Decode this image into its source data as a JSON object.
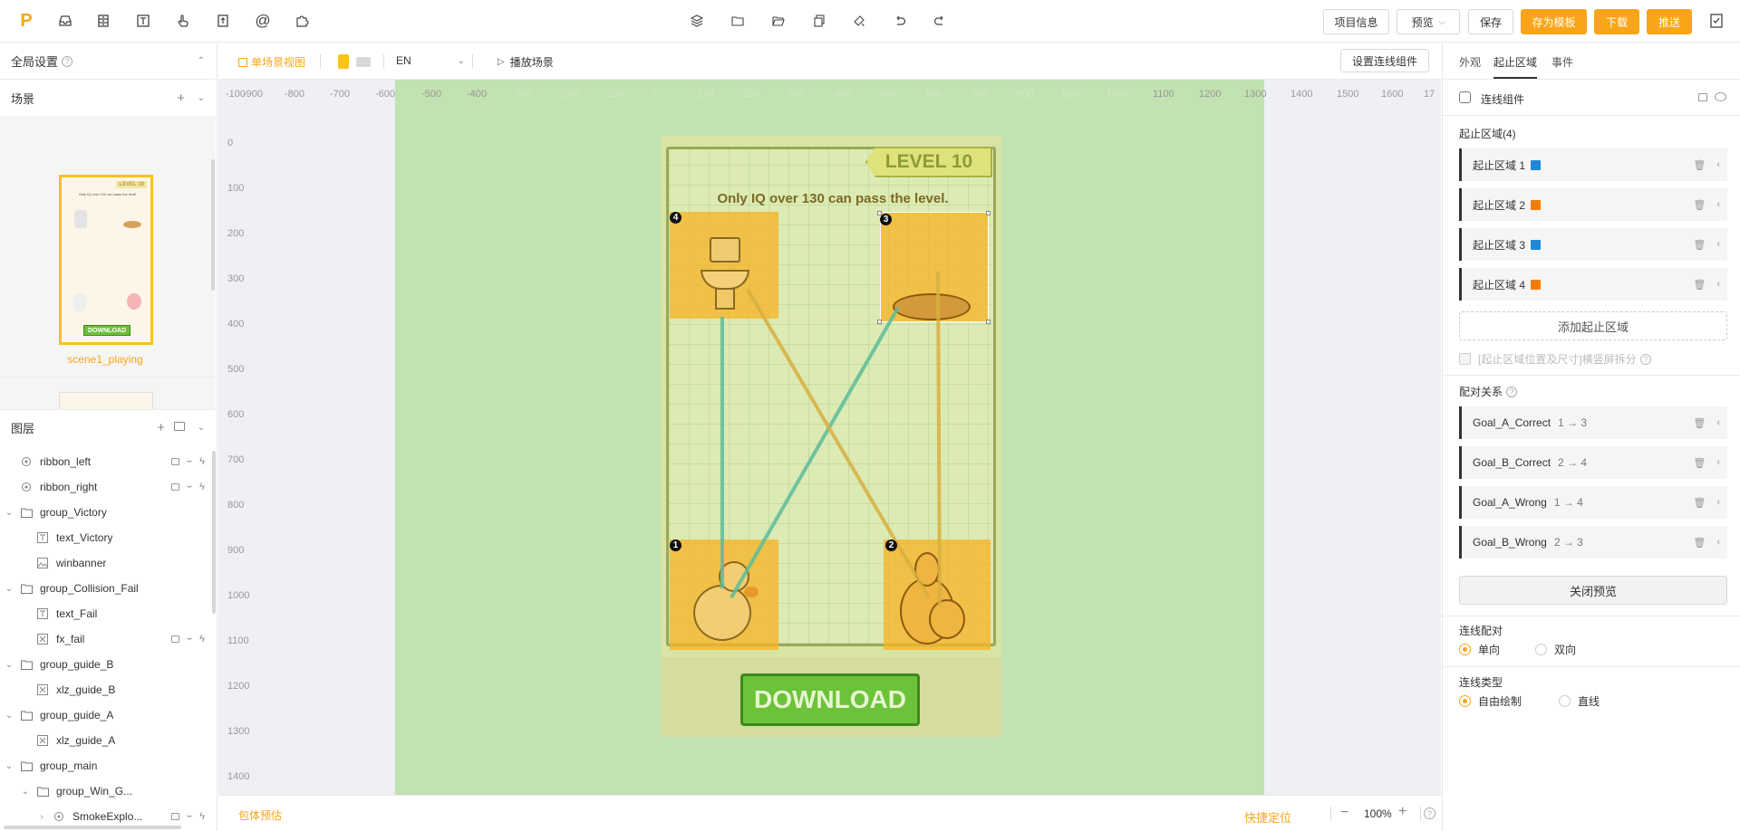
{
  "toolbar_left_icons": [
    "logo-icon",
    "inbox-icon",
    "archive-icon",
    "text-tool-icon",
    "pointer-hand-icon",
    "file-upload-icon",
    "at-icon",
    "puzzle-icon"
  ],
  "toolbar_center_icons": [
    "layers-icon",
    "folder-icon",
    "folder-open-icon",
    "copy-icon",
    "paint-icon",
    "undo-icon",
    "redo-icon"
  ],
  "toolbar": {
    "project_info": "项目信息",
    "preview": "预览",
    "save": "保存",
    "save_template": "存为模板",
    "download": "下载",
    "push": "推送"
  },
  "left": {
    "global_settings": "全局设置",
    "scenes_title": "场景",
    "scene1_name": "scene1_playing",
    "scene_thumb_download": "DOWNLOAD",
    "scene_thumb_level": "LEVEL 10",
    "scene_thumb_title": "Only IQ over 130 can pass the level.",
    "layers_title": "图层",
    "layers": [
      {
        "label": "ribbon_left",
        "icon": "particle-icon",
        "indent": 0,
        "expand": "",
        "actions": true
      },
      {
        "label": "ribbon_right",
        "icon": "particle-icon",
        "indent": 0,
        "expand": "",
        "actions": true
      },
      {
        "label": "group_Victory",
        "icon": "folder-icon",
        "indent": 0,
        "expand": "v",
        "actions": false
      },
      {
        "label": "text_Victory",
        "icon": "text-layer-icon",
        "indent": 1,
        "expand": "",
        "actions": false
      },
      {
        "label": "winbanner",
        "icon": "image-layer-icon",
        "indent": 1,
        "expand": "",
        "actions": false
      },
      {
        "label": "group_Collision_Fail",
        "icon": "folder-icon",
        "indent": 0,
        "expand": "v",
        "actions": false
      },
      {
        "label": "text_Fail",
        "icon": "text-layer-icon",
        "indent": 1,
        "expand": "",
        "actions": false
      },
      {
        "label": "fx_fail",
        "icon": "effect-layer-icon",
        "indent": 1,
        "expand": "",
        "actions": true
      },
      {
        "label": "group_guide_B",
        "icon": "folder-icon",
        "indent": 0,
        "expand": "v",
        "actions": false
      },
      {
        "label": "xlz_guide_B",
        "icon": "effect-layer-icon",
        "indent": 1,
        "expand": "",
        "actions": false
      },
      {
        "label": "group_guide_A",
        "icon": "folder-icon",
        "indent": 0,
        "expand": "v",
        "actions": false
      },
      {
        "label": "xlz_guide_A",
        "icon": "effect-layer-icon",
        "indent": 1,
        "expand": "",
        "actions": false
      },
      {
        "label": "group_main",
        "icon": "folder-icon",
        "indent": 0,
        "expand": "v",
        "actions": false
      },
      {
        "label": "group_Win_G...",
        "icon": "folder-icon",
        "indent": 1,
        "expand": "v",
        "actions": false
      },
      {
        "label": "SmokeExplo...",
        "icon": "particle-icon",
        "indent": 2,
        "expand": ">",
        "actions": true
      }
    ]
  },
  "subbar": {
    "single_scene": "单场景视图",
    "language": "EN",
    "play_scene": "播放场景",
    "set_line_component": "设置连线组件"
  },
  "ruler": {
    "h_labels": [
      "-100",
      "-900",
      "-800",
      "-700",
      "-600",
      "-500",
      "-400",
      "-300",
      "-200",
      "-100",
      "0",
      "100",
      "200",
      "300",
      "400",
      "500",
      "600",
      "700",
      "800",
      "900",
      "1000",
      "1100",
      "1200",
      "1300",
      "1400",
      "1500",
      "1600",
      "17"
    ],
    "v_labels": [
      "0",
      "100",
      "200",
      "300",
      "400",
      "500",
      "600",
      "700",
      "800",
      "900",
      "1000",
      "1100",
      "1200",
      "1300",
      "1400"
    ]
  },
  "game": {
    "level": "LEVEL 10",
    "title": "Only IQ over 130 can pass the level.",
    "download": "DOWNLOAD",
    "zone_tags": [
      "1",
      "2",
      "3",
      "4"
    ]
  },
  "bottom": {
    "package_estimate": "包体预估",
    "quick_locate": "快捷定位",
    "zoom": "100%"
  },
  "right": {
    "tabs": [
      "外观",
      "起止区域",
      "事件"
    ],
    "component": "连线组件",
    "zones_header": "起止区域(4)",
    "zones": [
      {
        "label": "起止区域 1",
        "color": "#1e88d6"
      },
      {
        "label": "起止区域 2",
        "color": "#f57c00"
      },
      {
        "label": "起止区域 3",
        "color": "#1e88d6"
      },
      {
        "label": "起止区域 4",
        "color": "#f57c00"
      }
    ],
    "add_zone": "添加起止区域",
    "split_hint": "[起止区域位置及尺寸]横竖屏拆分",
    "pairs_title": "配对关系",
    "pairs": [
      {
        "name": "Goal_A_Correct",
        "rel": "1 → 3"
      },
      {
        "name": "Goal_B_Correct",
        "rel": "2 → 4"
      },
      {
        "name": "Goal_A_Wrong",
        "rel": "1 → 4"
      },
      {
        "name": "Goal_B_Wrong",
        "rel": "2 → 3"
      }
    ],
    "close_preview": "关闭预览",
    "pairing_title": "连线配对",
    "pairing_options": [
      "单向",
      "双向"
    ],
    "type_title": "连线类型",
    "type_options": [
      "自由绘制",
      "直线"
    ]
  }
}
